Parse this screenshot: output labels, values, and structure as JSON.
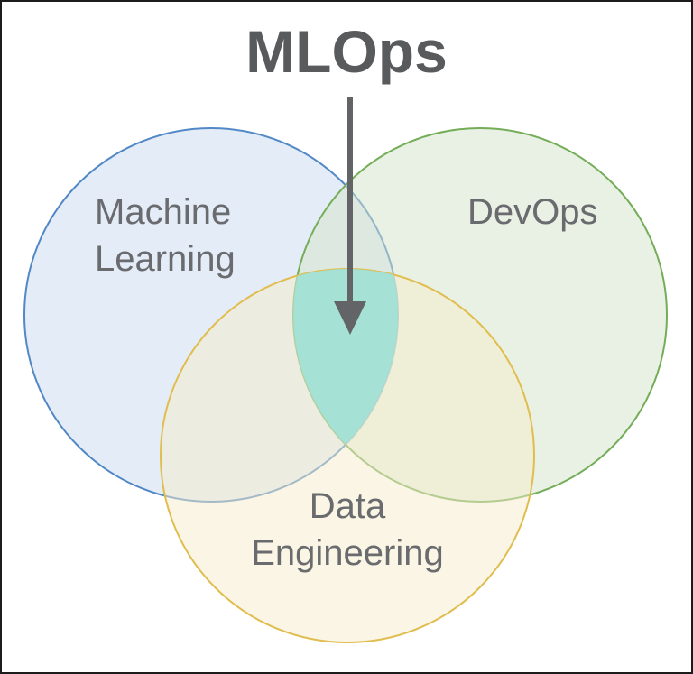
{
  "frame": {
    "background": "#ffffff",
    "border_color": "#1c1c1c"
  },
  "diagram": {
    "type": "venn",
    "title": "MLOps",
    "title_color": "#595a5c",
    "label_color": "#6a6b6e",
    "sets": [
      {
        "name": "Machine Learning",
        "label_line1": "Machine",
        "label_line2": "Learning",
        "fill": "#e4ecf7",
        "fill_base": "#c9d9ef",
        "stroke": "#5288c6"
      },
      {
        "name": "DevOps",
        "label_line1": "DevOps",
        "fill": "#e9f1e4",
        "fill_base": "#d3e3c9",
        "stroke": "#74ad58"
      },
      {
        "name": "Data Engineering",
        "label_line1": "Data",
        "label_line2": "Engineering",
        "fill": "#faf5e4",
        "fill_base": "#f5ebc9",
        "stroke": "#e0bd4e"
      }
    ],
    "intersection": {
      "of": [
        "Machine Learning",
        "DevOps",
        "Data Engineering"
      ],
      "label": "MLOps",
      "color": "#a8e2d8",
      "fill_base": "#9fe0d5"
    },
    "arrow": {
      "direction": "down",
      "color": "#636466"
    }
  }
}
